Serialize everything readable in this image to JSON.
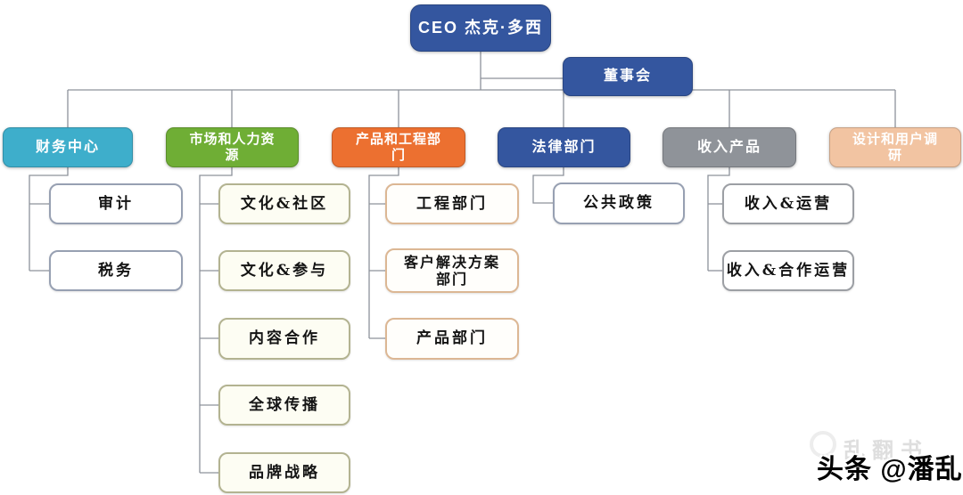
{
  "diagram": {
    "ceo": {
      "label": "CEO 杰克·多西",
      "color": "#34569f"
    },
    "board": {
      "label": "董事会",
      "color": "#34569f"
    },
    "connector_color": "#8d929b",
    "departments": [
      {
        "label": "财务中心",
        "color": "#3eaecb",
        "children": [
          "审计",
          "税务"
        ]
      },
      {
        "label": "市场和人力资\n源",
        "color": "#6fae35",
        "children": [
          "文化&社区",
          "文化&参与",
          "内容合作",
          "全球传播",
          "品牌战略"
        ]
      },
      {
        "label": "产品和工程部\n门",
        "color": "#ec7030",
        "children": [
          "工程部门",
          "客户解决方案\n部门",
          "产品部门"
        ]
      },
      {
        "label": "法律部门",
        "color": "#34569f",
        "children": [
          "公共政策"
        ]
      },
      {
        "label": "收入产品",
        "color": "#8f9399",
        "children": [
          "收入&运营",
          "收入&合作运营"
        ]
      },
      {
        "label": "设计和用户调\n研",
        "color": "#f2c4a2",
        "children": []
      }
    ]
  },
  "watermark": {
    "ghost": "乱翻书",
    "credit": "头条 @潘乱"
  }
}
